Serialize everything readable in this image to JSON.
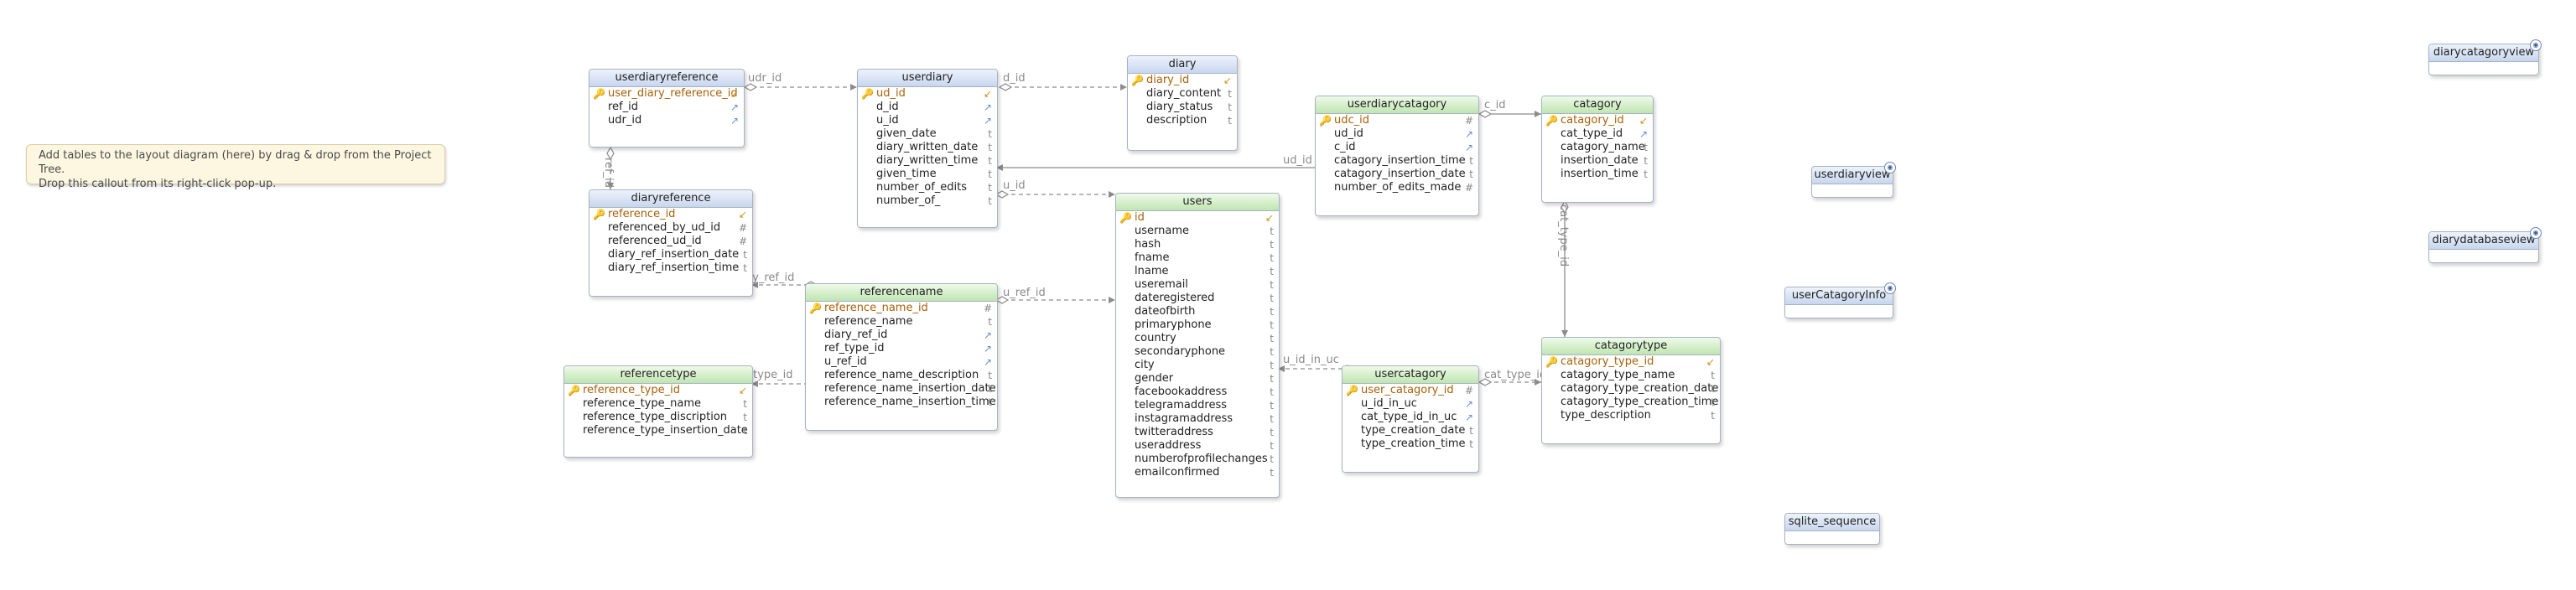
{
  "callout": {
    "line1": "Add tables to the layout diagram (here) by drag & drop from the Project Tree.",
    "line2": "Drop this callout from its right-click pop-up."
  },
  "tables": {
    "userdiaryreference": {
      "title": "userdiaryreference",
      "fields": [
        "user_diary_reference_id",
        "ref_id",
        "udr_id"
      ]
    },
    "userdiary": {
      "title": "userdiary",
      "fields": [
        "ud_id",
        "d_id",
        "u_id",
        "given_date",
        "diary_written_date",
        "diary_written_time",
        "given_time",
        "number_of_edits",
        "number_of_"
      ]
    },
    "diary": {
      "title": "diary",
      "fields": [
        "diary_id",
        "diary_content",
        "diary_status",
        "description"
      ]
    },
    "userdiarycatagory": {
      "title": "userdiarycatagory",
      "fields": [
        "udc_id",
        "ud_id",
        "c_id",
        "catagory_insertion_time",
        "catagory_insertion_date",
        "number_of_edits_made"
      ]
    },
    "catagory": {
      "title": "catagory",
      "fields": [
        "catagory_id",
        "cat_type_id",
        "catagory_name",
        "insertion_date",
        "insertion_time"
      ]
    },
    "diaryreference": {
      "title": "diaryreference",
      "fields": [
        "reference_id",
        "referenced_by_ud_id",
        "referenced_ud_id",
        "diary_ref_insertion_date",
        "diary_ref_insertion_time"
      ]
    },
    "users": {
      "title": "users",
      "fields": [
        "id",
        "username",
        "hash",
        "fname",
        "lname",
        "useremail",
        "dateregistered",
        "dateofbirth",
        "primaryphone",
        "country",
        "secondaryphone",
        "city",
        "gender",
        "facebookaddress",
        "telegramaddress",
        "instagramaddress",
        "twitteraddress",
        "useraddress",
        "numberofprofilechanges",
        "emailconfirmed"
      ]
    },
    "referencename": {
      "title": "referencename",
      "fields": [
        "reference_name_id",
        "reference_name",
        "diary_ref_id",
        "ref_type_id",
        "u_ref_id",
        "reference_name_description",
        "reference_name_insertion_date",
        "reference_name_insertion_time"
      ]
    },
    "referencetype": {
      "title": "referencetype",
      "fields": [
        "reference_type_id",
        "reference_type_name",
        "reference_type_discription",
        "reference_type_insertion_date"
      ]
    },
    "usercatagory": {
      "title": "usercatagory",
      "fields": [
        "user_catagory_id",
        "u_id_in_uc",
        "cat_type_id_in_uc",
        "type_creation_date",
        "type_creation_time"
      ]
    },
    "catagorytype": {
      "title": "catagorytype",
      "fields": [
        "catagory_type_id",
        "catagory_type_name",
        "catagory_type_creation_date",
        "catagory_type_creation_time",
        "type_description"
      ]
    }
  },
  "views": {
    "diarycatagoryview": "diarycatagoryview",
    "userdiaryview": "userdiaryview",
    "diarydatabaseview": "diarydatabaseview",
    "userCatagoryInfo": "userCatagoryInfo",
    "sqlite_sequence": "sqlite_sequence"
  },
  "relations": {
    "udr_id": "udr_id",
    "d_id": "d_id",
    "c_id": "c_id",
    "ud_id": "ud_id",
    "u_id": "u_id",
    "ref_id": "ref_id",
    "diary_ref_id": "diary_ref_id",
    "u_ref_id": "u_ref_id",
    "ref_type_id": "ref_type_id",
    "cat_type_id": "cat_type_id",
    "u_id_in_uc": "u_id_in_uc",
    "cat_type_id_rel": "cat_type_id"
  },
  "icons": {
    "primary_key": "key-icon",
    "foreign_key": "arrow-link-icon",
    "view": "view-icon"
  },
  "colors": {
    "table_header_blue": "#c7d6ee",
    "table_header_green": "#bfe5b0",
    "primary_key_text": "#a8610a",
    "callout_bg": "#fdf7e1"
  }
}
